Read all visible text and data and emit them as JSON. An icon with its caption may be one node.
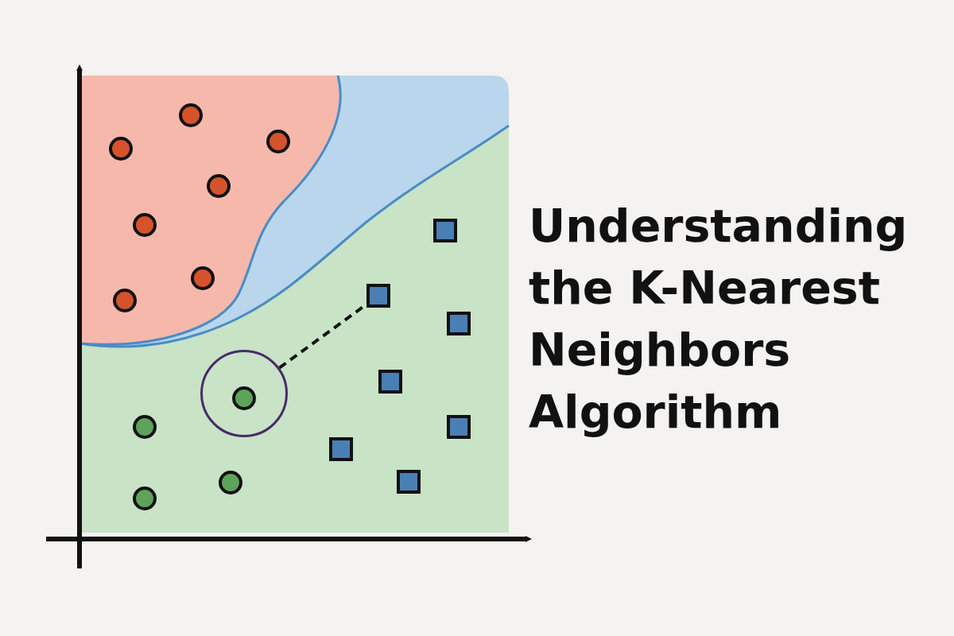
{
  "diagram": {
    "title": "Understanding the K-Nearest Neighbors Algorithm",
    "nodes": [
      {
        "text": [],
        "shape": "circle"
      },
      {
        "text": [],
        "shape": "circle"
      },
      {
        "text": [],
        "shape": "circle"
      },
      {
        "text": [],
        "shape": "circle"
      },
      {
        "text": [],
        "shape": "circle"
      },
      {
        "text": [],
        "shape": "box"
      },
      {
        "text": [],
        "shape": "circle"
      },
      {
        "text": [],
        "shape": "box"
      },
      {
        "text": [],
        "shape": "circle"
      },
      {
        "text": [],
        "shape": "box"
      },
      {
        "text": [],
        "shape": "box"
      },
      {
        "text": [],
        "shape": "circle"
      },
      {
        "text": [],
        "shape": "circle",
        "in": 11
      },
      {
        "text": [],
        "shape": "circle"
      },
      {
        "text": [],
        "shape": "box"
      },
      {
        "text": [],
        "shape": "box"
      },
      {
        "text": [],
        "shape": "circle"
      },
      {
        "text": [],
        "shape": "box"
      },
      {
        "text": [],
        "shape": "circle"
      }
    ],
    "edges": [
      {
        "from": 11,
        "to": 7,
        "arrow": "none",
        "style": "dashed"
      }
    ]
  }
}
